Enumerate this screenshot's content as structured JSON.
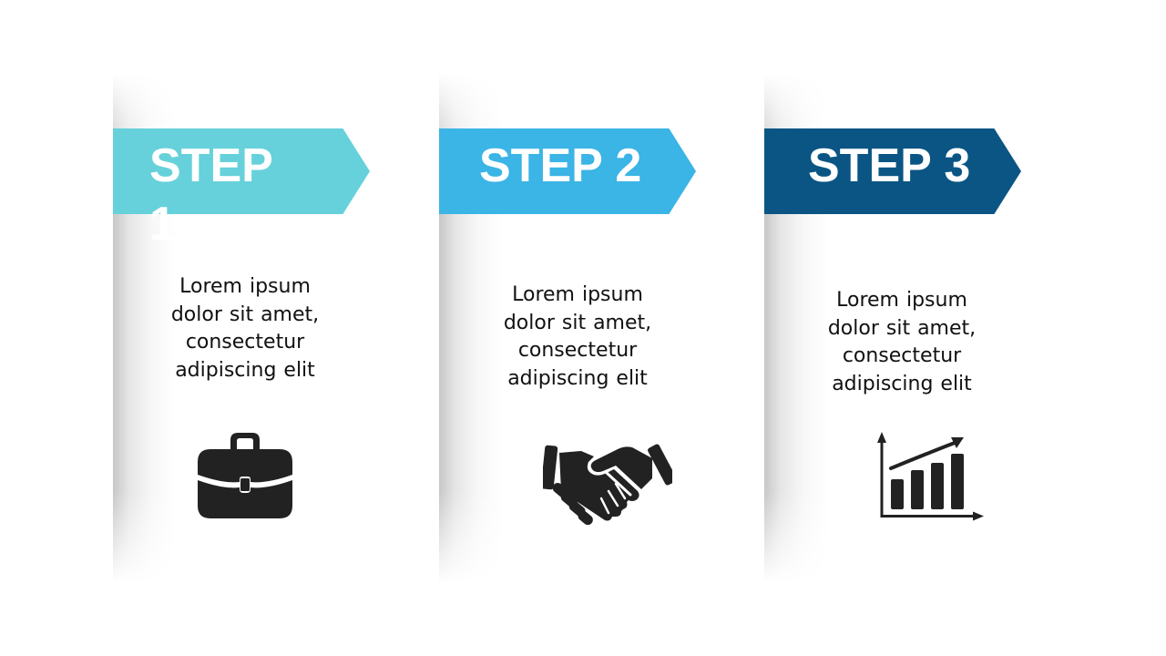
{
  "steps": [
    {
      "label": "STEP 1",
      "text": "Lorem ipsum dolor sit amet, consectetur adipiscing elit",
      "color": "#66D1DA",
      "icon": "briefcase-icon"
    },
    {
      "label": "STEP 2",
      "text": "Lorem ipsum dolor sit amet, consectetur adipiscing elit",
      "color": "#3BB4E6",
      "icon": "handshake-icon"
    },
    {
      "label": "STEP 3",
      "text": "Lorem ipsum dolor sit amet, consectetur adipiscing elit",
      "color": "#0A5584",
      "icon": "growth-chart-icon"
    }
  ],
  "icon_color": "#222222"
}
